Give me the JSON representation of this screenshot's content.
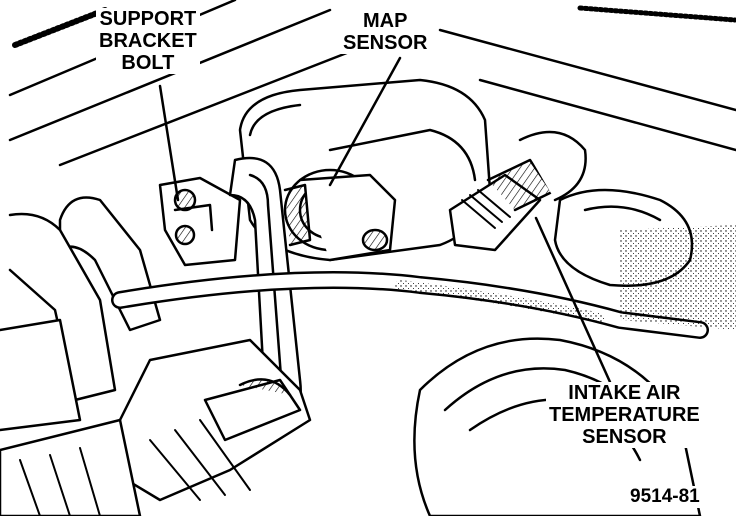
{
  "callouts": {
    "support_bracket_bolt": [
      "SUPPORT",
      "BRACKET",
      "BOLT"
    ],
    "map_sensor": [
      "MAP",
      "SENSOR"
    ],
    "intake_air_temperature_sensor": [
      "INTAKE AIR",
      "TEMPERATURE",
      "SENSOR"
    ]
  },
  "figure_number": "9514-81",
  "colors": {
    "ink": "#000000",
    "paper": "#ffffff",
    "shade": "#d8d8d8"
  }
}
